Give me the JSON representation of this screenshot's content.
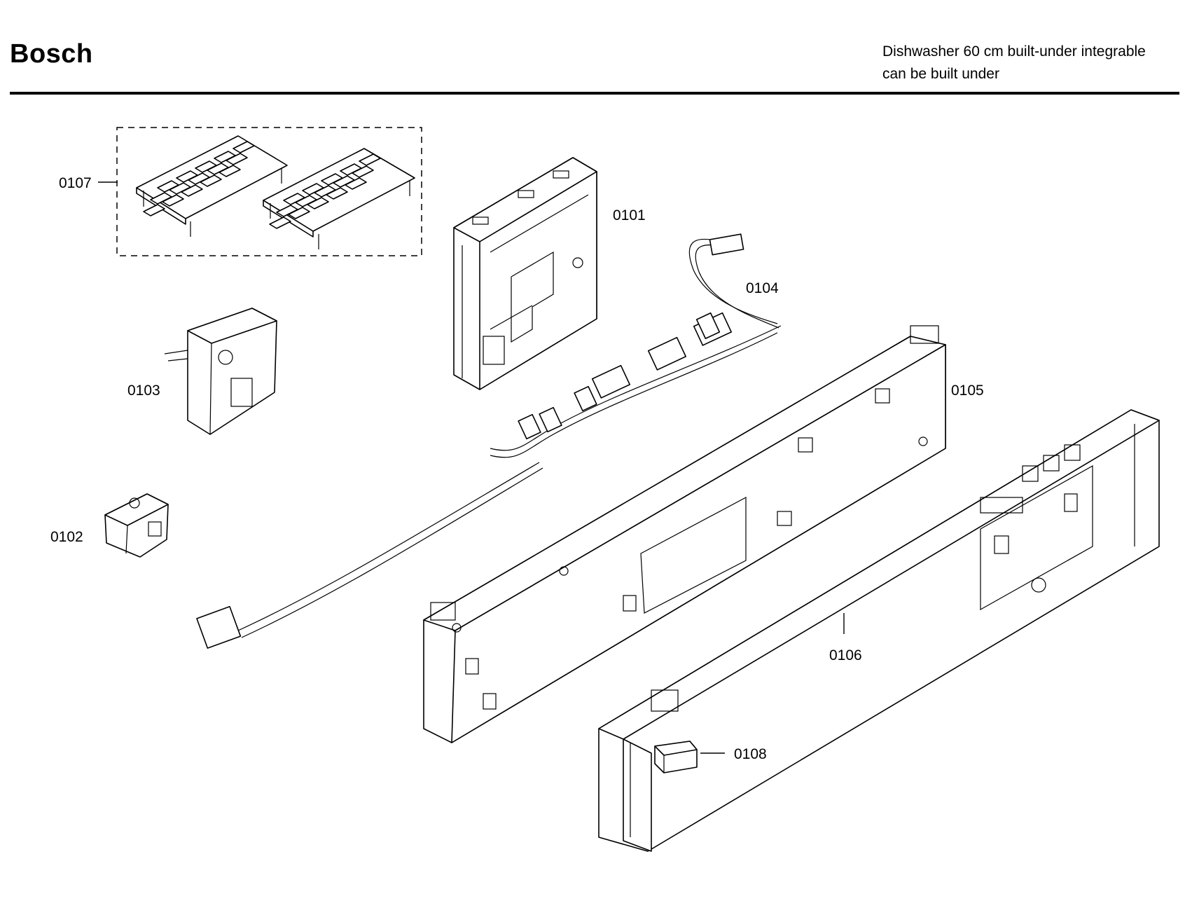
{
  "header": {
    "brand": "Bosch",
    "description_line1": "Dishwasher 60 cm built-under integrable",
    "description_line2": "can be built under"
  },
  "parts": [
    {
      "id": "part-0101",
      "label": "0101"
    },
    {
      "id": "part-0102",
      "label": "0102"
    },
    {
      "id": "part-0103",
      "label": "0103"
    },
    {
      "id": "part-0104",
      "label": "0104"
    },
    {
      "id": "part-0105",
      "label": "0105"
    },
    {
      "id": "part-0106",
      "label": "0106"
    },
    {
      "id": "part-0107",
      "label": "0107"
    },
    {
      "id": "part-0108",
      "label": "0108"
    }
  ]
}
